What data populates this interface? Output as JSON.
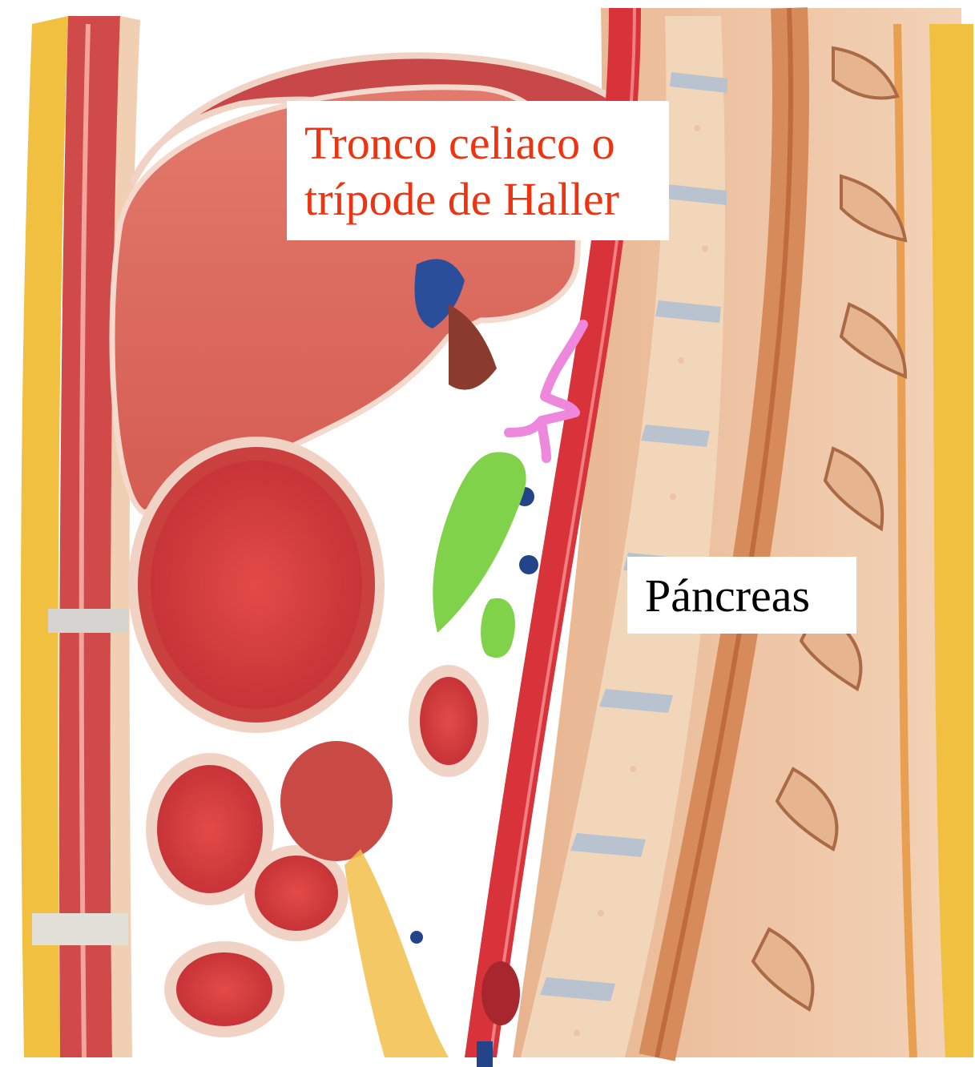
{
  "labels": {
    "celiac_trunk": "Tronco celiaco o\ntrípode de Haller",
    "pancreas": "Páncreas"
  },
  "colors": {
    "celiac_label_text": "#ee3311",
    "pancreas_label_text": "#000000",
    "pancreas_highlight": "#7fd24a",
    "celiac_trunk_highlight": "#ee88dd",
    "aorta": "#d8323a",
    "liver": "#d9655a",
    "bone": "#f0c9a8"
  },
  "icons": {
    "pancreas_marker": "green-blob",
    "celiac_marker": "pink-trifurcation"
  }
}
